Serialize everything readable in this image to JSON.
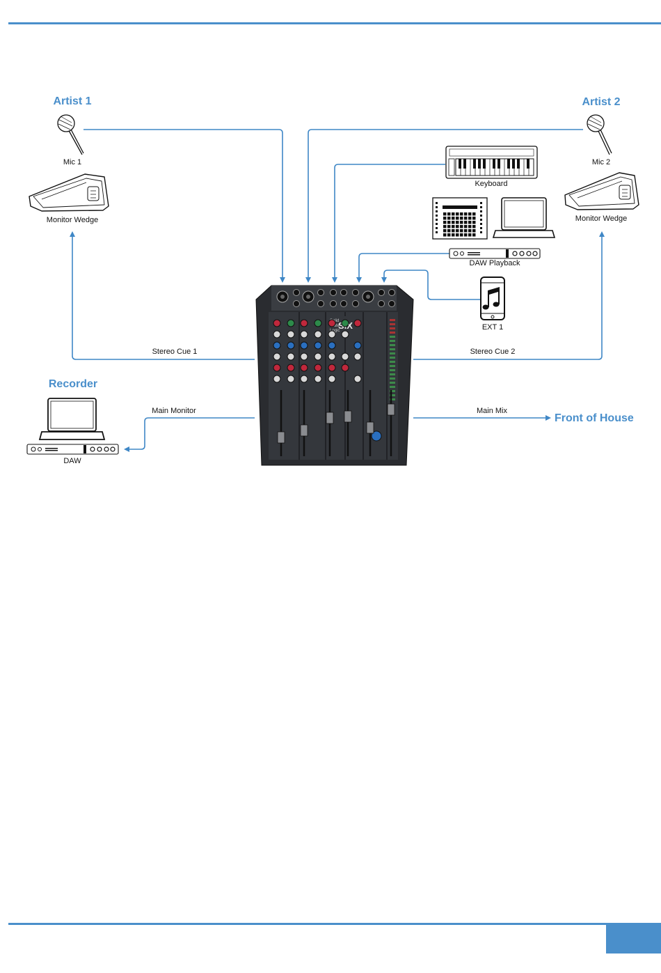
{
  "colors": {
    "accent": "#4a8fcb",
    "line": "#3f87c6",
    "ink": "#111111",
    "console": "#2a2c30"
  },
  "headings": {
    "artist1": "Artist 1",
    "artist2": "Artist 2",
    "recorder": "Recorder",
    "front_of_house": "Front of House"
  },
  "labels": {
    "mic1": "Mic 1",
    "mic2": "Mic 2",
    "monitor_wedge_left": "Monitor Wedge",
    "monitor_wedge_right": "Monitor Wedge",
    "keyboard": "Keyboard",
    "daw_playback": "DAW Playback",
    "ext1": "EXT 1",
    "daw": "DAW"
  },
  "connections": {
    "stereo_cue_1": "Stereo Cue 1",
    "stereo_cue_2": "Stereo Cue 2",
    "main_monitor": "Main Monitor",
    "main_mix": "Main Mix"
  },
  "console": {
    "brand_line1": "Solid",
    "brand_line2": "State",
    "brand_line3": "Logic",
    "model": "SiX"
  },
  "icons": [
    "microphone-icon",
    "monitor-wedge-icon",
    "keyboard-icon",
    "pad-controller-icon",
    "laptop-icon",
    "audio-interface-icon",
    "smartphone-icon",
    "music-note-icon",
    "mixing-console-icon"
  ]
}
